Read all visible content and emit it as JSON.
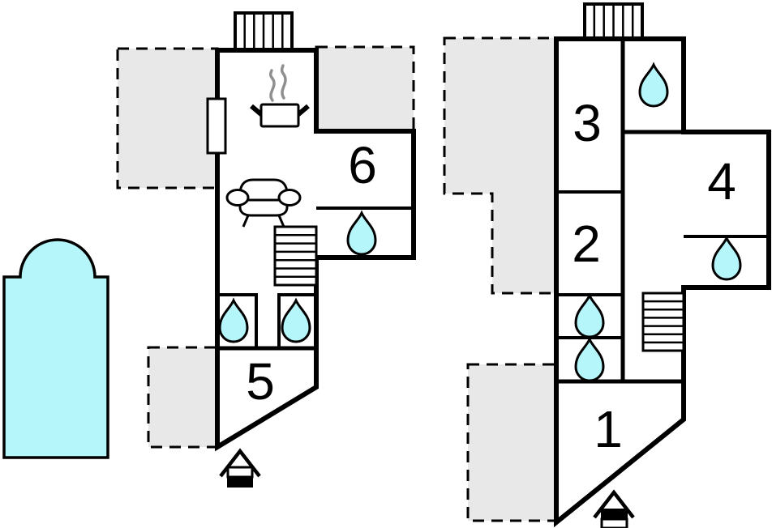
{
  "page": {
    "type": "holiday-home floor plan",
    "background": "#ffffff"
  },
  "colors": {
    "wall": "#000000",
    "water": "#b5f6fa",
    "terrace": "#e8e8e8",
    "steam": "#8f8f8f",
    "paper": "#ffffff"
  },
  "icons": {
    "water": "water-droplet-icon",
    "stove": "stove-icon",
    "sofa": "sofa-icon",
    "stairs": "stairs-icon",
    "chimney": "chimney-icon",
    "window": "window-icon",
    "entrance": "entrance-house-icon",
    "pool": "pool-icon",
    "terrace": "terrace-area"
  },
  "plan_left": {
    "rooms": {
      "r5": "5",
      "r6": "6"
    }
  },
  "plan_right": {
    "rooms": {
      "r1": "1",
      "r2": "2",
      "r3": "3",
      "r4": "4"
    }
  }
}
